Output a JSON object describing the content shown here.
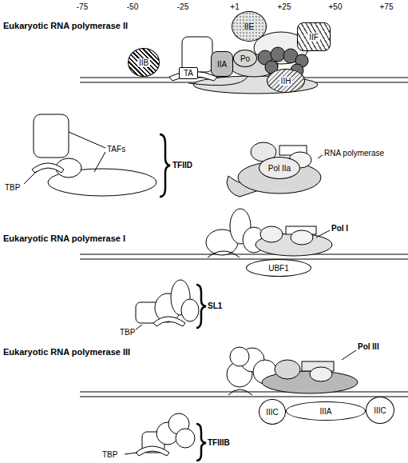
{
  "diagram": {
    "nodes": [
      {
        "text": [
          "IIB"
        ]
      },
      {
        "text": [
          "IIA"
        ]
      },
      {
        "text": [
          "TA"
        ]
      },
      {
        "text": [
          "IIE"
        ]
      },
      {
        "text": [
          "IIF"
        ]
      },
      {
        "text": [
          "Po"
        ]
      },
      {
        "text": [
          "IIH"
        ]
      },
      {
        "text": [
          "Pol IIa"
        ]
      },
      {
        "text": [
          "UBF1"
        ]
      },
      {
        "text": [
          "IIIC"
        ]
      },
      {
        "text": [
          "IIIA"
        ]
      },
      {
        "text": [
          "IIIC"
        ]
      }
    ],
    "labels": [
      "-75",
      "-50",
      "-25",
      "+1",
      "+25",
      "+50",
      "+75",
      "Eukaryotic RNA polymerase II",
      "TAFs",
      "TBP",
      "TFIID",
      "RNA polymerase",
      "Eukaryotic RNA polymerase I",
      "Pol I",
      "TBP",
      "SL1",
      "Eukaryotic RNA polymerase III",
      "Pol III",
      "TFIIIB",
      "TBP"
    ]
  }
}
